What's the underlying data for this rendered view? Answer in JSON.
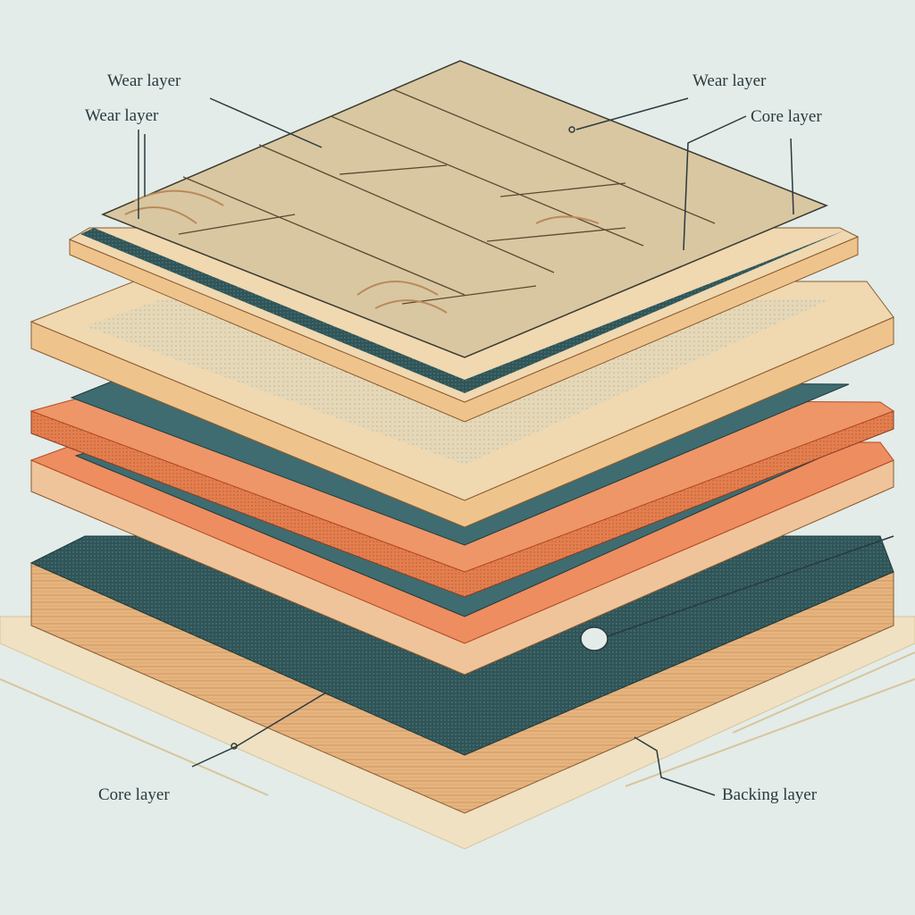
{
  "labels": {
    "wear_top_left": "Wear layer",
    "wear_left": "Wear layer",
    "wear_top_right": "Wear layer",
    "core_right": "Core layer",
    "core_bottom_left": "Core layer",
    "backing_bottom_right": "Backing layer"
  },
  "colors": {
    "background": "#e3ece8",
    "wood_top": "#d9c7a2",
    "underlay_teal": "#3f6c70",
    "beige_layer": "#e9d3ab",
    "orange_layer": "#e98a5c",
    "backing_dark": "#2f5558",
    "wood_edge": "#e0b07a",
    "floor_tile": "#efe1c2"
  }
}
